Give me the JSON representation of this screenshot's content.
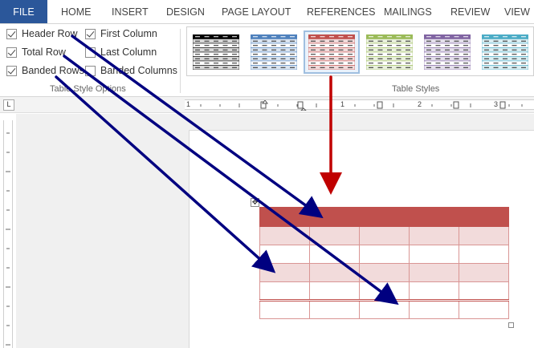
{
  "tabs": [
    {
      "label": "FILE",
      "active": true
    },
    {
      "label": "HOME"
    },
    {
      "label": "INSERT"
    },
    {
      "label": "DESIGN"
    },
    {
      "label": "PAGE LAYOUT"
    },
    {
      "label": "REFERENCES"
    },
    {
      "label": "MAILINGS"
    },
    {
      "label": "REVIEW"
    },
    {
      "label": "VIEW"
    }
  ],
  "style_options": {
    "group_label": "Table Style Options",
    "header_row": {
      "label": "Header Row",
      "checked": true
    },
    "total_row": {
      "label": "Total Row",
      "checked": true
    },
    "banded_rows": {
      "label": "Banded Rows",
      "checked": true
    },
    "first_column": {
      "label": "First Column",
      "checked": true
    },
    "last_column": {
      "label": "Last Column",
      "checked": false
    },
    "banded_columns": {
      "label": "Banded Columns",
      "checked": false
    }
  },
  "table_styles": {
    "group_label": "Table Styles",
    "thumbnails": [
      {
        "name": "black",
        "header": "#000000",
        "band": "#d9d9d9"
      },
      {
        "name": "blue",
        "header": "#4f81bd",
        "band": "#dbe5f1"
      },
      {
        "name": "red",
        "header": "#c0504d",
        "band": "#f2dbdb",
        "selected": true
      },
      {
        "name": "green",
        "header": "#9bbb59",
        "band": "#eaf1dd"
      },
      {
        "name": "purple",
        "header": "#8064a2",
        "band": "#e5e0ec"
      },
      {
        "name": "aqua",
        "header": "#4bacc6",
        "band": "#daeef3"
      }
    ]
  },
  "ruler": {
    "corner_symbol": "L",
    "numbers": [
      "1",
      "1",
      "2",
      "3"
    ]
  },
  "colors": {
    "file_tab": "#2b579a",
    "table_header": "#c0504d",
    "table_band": "#f2dbdb",
    "table_border": "#d99594",
    "arrow_blue": "#000080",
    "arrow_red": "#c00000"
  }
}
